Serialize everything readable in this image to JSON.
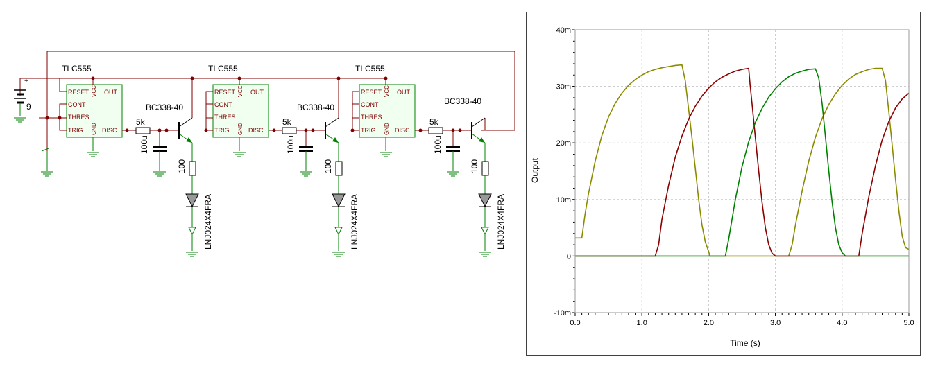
{
  "schematic": {
    "battery_value": "9",
    "timer_part": "TLC555",
    "timer_pins": {
      "reset": "RESET",
      "vcc": "VCC",
      "out": "OUT",
      "cont": "CONT",
      "thres": "THRES",
      "trig": "TRIG",
      "gnd": "GND",
      "disc": "DISC"
    },
    "resistor_base": "5k",
    "capacitor": "100u",
    "transistor": "BC338-40",
    "resistor_led": "100",
    "led_part": "LNJ024X4FRA",
    "battery_plus": "+"
  },
  "chart_data": {
    "type": "line",
    "xlabel": "Time (s)",
    "ylabel": "Output",
    "xlim": [
      0,
      5
    ],
    "ylim": [
      -10,
      40
    ],
    "xticks": [
      "0.0",
      "1.0",
      "2.0",
      "3.0",
      "4.0",
      "5.0"
    ],
    "yticks": [
      "-10m",
      "0",
      "10m",
      "20m",
      "30m",
      "40m"
    ],
    "grid": true,
    "series": [
      {
        "color": "#8b8b00",
        "x": [
          0,
          0.1,
          0.15,
          0.2,
          0.3,
          0.4,
          0.5,
          0.6,
          0.7,
          0.8,
          0.9,
          1.0,
          1.1,
          1.2,
          1.3,
          1.4,
          1.5,
          1.6,
          1.65,
          1.7,
          1.75,
          1.8,
          1.85,
          1.9,
          1.95,
          2.0,
          2.02,
          2.5,
          3.0,
          3.2,
          3.25,
          3.3,
          3.4,
          3.5,
          3.6,
          3.7,
          3.8,
          3.9,
          4.0,
          4.1,
          4.2,
          4.3,
          4.4,
          4.5,
          4.6,
          4.65,
          4.7,
          4.75,
          4.8,
          4.85,
          4.9,
          4.95,
          5.0
        ],
        "y": [
          3.2,
          3.2,
          7.5,
          11,
          16.8,
          21.3,
          24.6,
          27.0,
          28.8,
          30.2,
          31.2,
          32.0,
          32.6,
          33.0,
          33.3,
          33.5,
          33.7,
          33.8,
          31,
          26,
          21,
          15.5,
          10,
          5.5,
          2.5,
          0.8,
          0,
          0,
          0,
          0,
          2,
          5.5,
          11.5,
          16.8,
          21,
          24.3,
          26.8,
          28.7,
          30.2,
          31.3,
          32.1,
          32.6,
          33.0,
          33.2,
          33.2,
          31,
          25.5,
          19.5,
          13.5,
          8,
          3.5,
          1.5,
          1.2
        ]
      },
      {
        "color": "#8b0000",
        "x": [
          0,
          1.2,
          1.25,
          1.3,
          1.4,
          1.5,
          1.6,
          1.7,
          1.8,
          1.9,
          2.0,
          2.1,
          2.2,
          2.3,
          2.4,
          2.5,
          2.6,
          2.62,
          2.65,
          2.7,
          2.75,
          2.8,
          2.85,
          2.9,
          2.95,
          3.0,
          3.05,
          4.25,
          4.3,
          4.4,
          4.5,
          4.6,
          4.7,
          4.8,
          4.9,
          5.0
        ],
        "y": [
          0,
          0,
          2,
          6.5,
          12.5,
          17.5,
          21.2,
          24.2,
          26.5,
          28.3,
          29.7,
          30.8,
          31.6,
          32.2,
          32.7,
          33.0,
          33.2,
          30.5,
          27,
          21,
          15,
          9.5,
          5,
          2,
          0.5,
          0,
          0,
          0,
          4,
          10.5,
          16,
          20.5,
          23.8,
          26.2,
          27.8,
          28.8
        ]
      },
      {
        "color": "#008000",
        "x": [
          0,
          2.25,
          2.3,
          2.4,
          2.5,
          2.6,
          2.7,
          2.8,
          2.9,
          3.0,
          3.1,
          3.2,
          3.3,
          3.4,
          3.5,
          3.6,
          3.65,
          3.7,
          3.75,
          3.8,
          3.85,
          3.9,
          3.95,
          4.0,
          4.05,
          4.1,
          5.0
        ],
        "y": [
          0,
          0,
          3,
          10,
          15.8,
          20.2,
          23.6,
          26.1,
          28.1,
          29.6,
          30.8,
          31.7,
          32.3,
          32.7,
          33.0,
          33.1,
          31.5,
          27,
          21,
          15,
          9.5,
          5,
          2,
          0.6,
          0,
          0,
          0
        ]
      }
    ]
  }
}
